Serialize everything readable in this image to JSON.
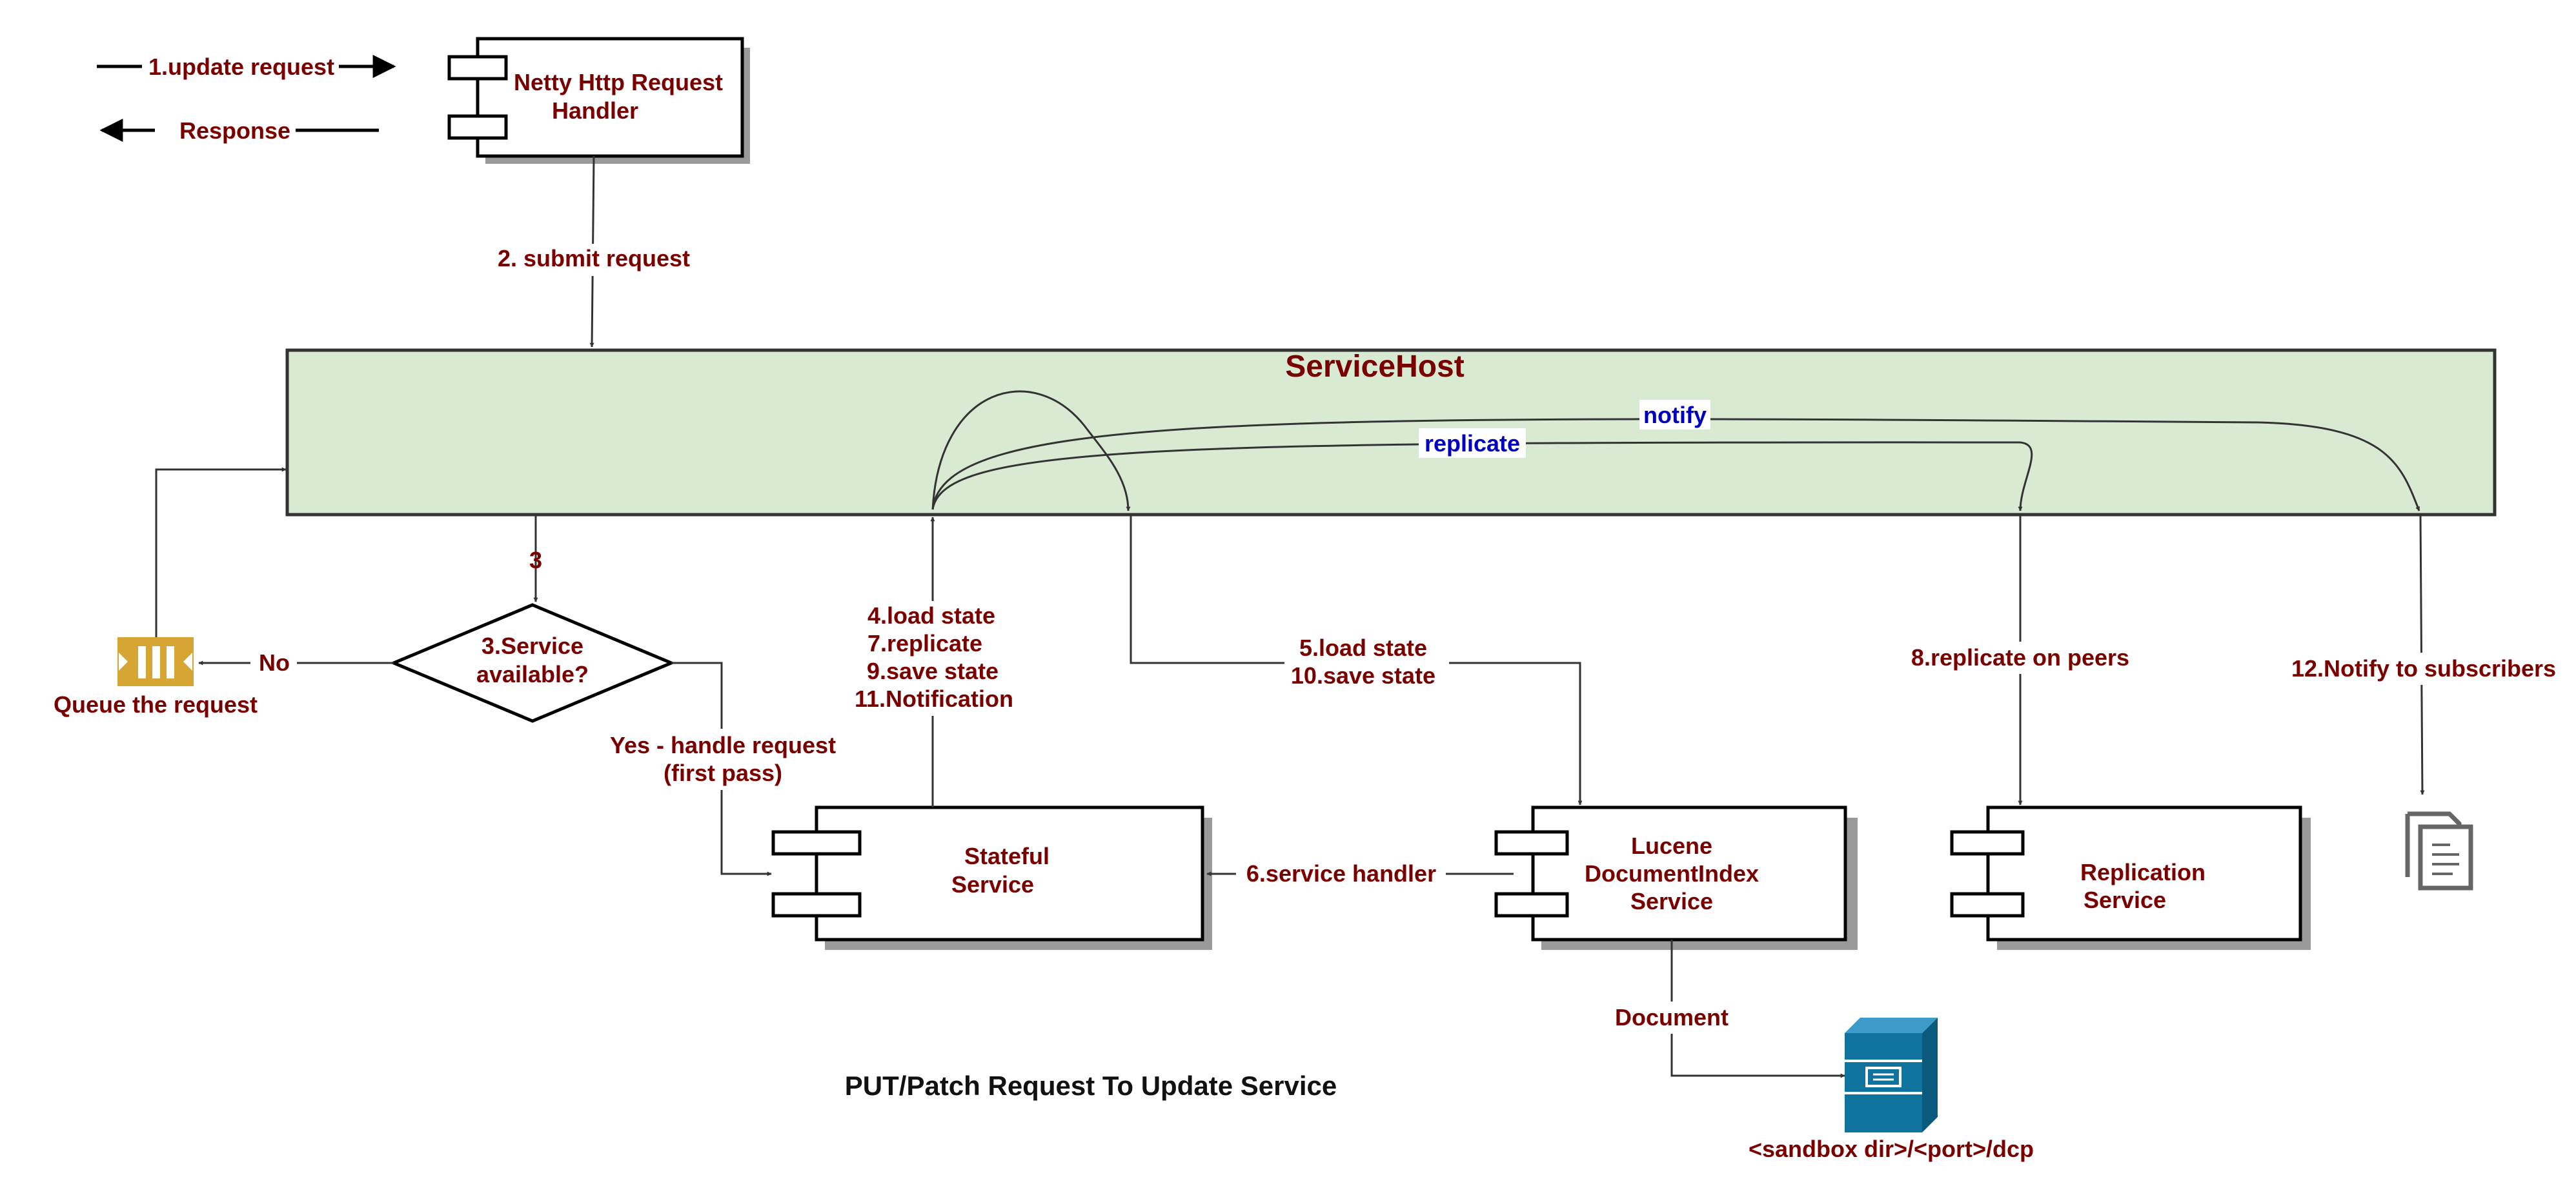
{
  "diagram": {
    "legend": {
      "request_label": "1.update request",
      "response_label": "Response"
    },
    "nodes": {
      "netty_handler": {
        "line1": "Netty Http Request",
        "line2": "Handler"
      },
      "service_host": {
        "title": "ServiceHost"
      },
      "decision": {
        "line1": "3.Service",
        "line2": "available?"
      },
      "queue": {
        "label": "Queue the request"
      },
      "stateful_service": {
        "line1": "Stateful",
        "line2": "Service"
      },
      "lucene_service": {
        "line1": "Lucene",
        "line2": "DocumentIndex",
        "line3": "Service"
      },
      "replication_service": {
        "line1": "Replication",
        "line2": "Service"
      },
      "storage": {
        "label": "<sandbox dir>/<port>/dcp"
      }
    },
    "edges": {
      "submit_request": "2. submit request",
      "step3": "3",
      "no": "No",
      "yes_line1": "Yes - handle request",
      "yes_line2": "(first pass)",
      "stateful_ops": [
        "4.load state",
        "7.replicate",
        "9.save state",
        "11.Notification"
      ],
      "lucene_ops": [
        "5.load state",
        "10.save state"
      ],
      "service_handler": "6.service handler",
      "replicate_on_peers": "8.replicate on peers",
      "notify_subscribers": "12.Notify to subscribers",
      "document": "Document",
      "notify": "notify",
      "replicate": "replicate"
    },
    "caption": "PUT/Patch Request To Update Service",
    "colors": {
      "label_red": "#7a0000",
      "label_blue": "#0000c0",
      "host_fill": "#d9ead3",
      "queue_gold": "#d6a534",
      "storage_blue": "#10739e",
      "doc_gray": "#666666"
    }
  }
}
